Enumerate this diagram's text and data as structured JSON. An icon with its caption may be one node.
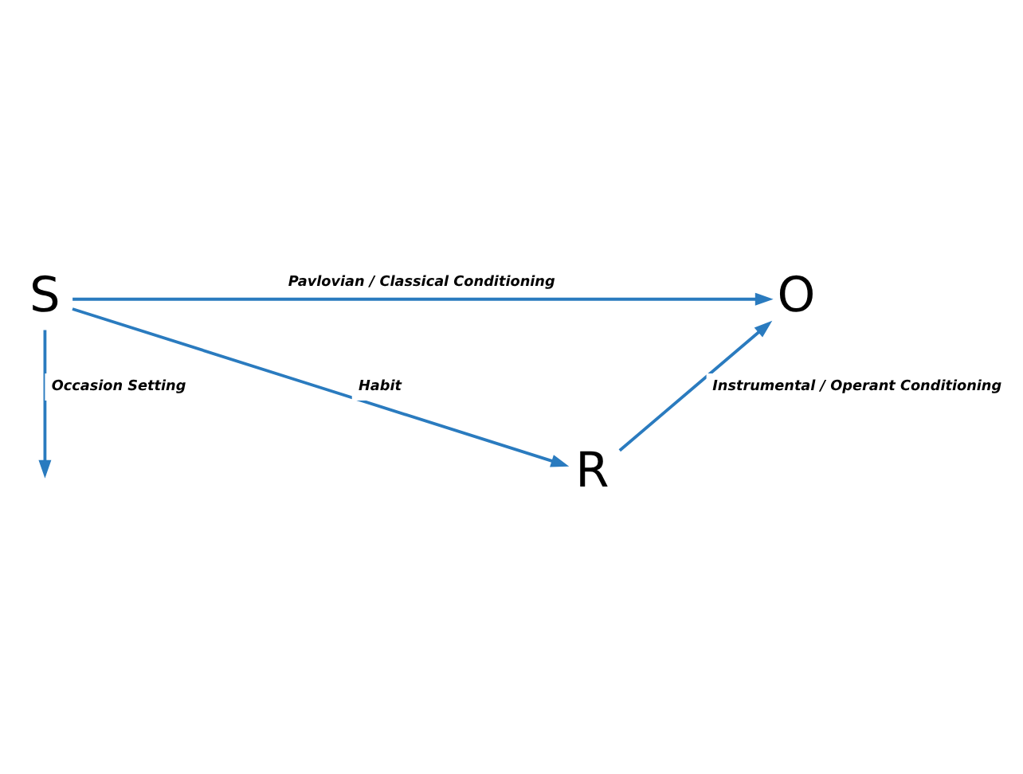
{
  "diagram": {
    "nodes": [
      {
        "text": [
          "S"
        ]
      },
      {
        "text": [
          "O"
        ]
      },
      {
        "text": [
          "R"
        ]
      }
    ],
    "edges": [
      {
        "from": 0,
        "to": 1,
        "arrow": "to",
        "label": "Pavlovian / Classical Conditioning"
      },
      {
        "from": 0,
        "to": null,
        "arrow": "to",
        "label": "Occasion Setting"
      },
      {
        "from": 0,
        "to": 2,
        "arrow": "to",
        "label": "Habit"
      },
      {
        "from": 2,
        "to": 1,
        "arrow": "to",
        "label": "Instrumental / Operant Conditioning"
      }
    ]
  }
}
